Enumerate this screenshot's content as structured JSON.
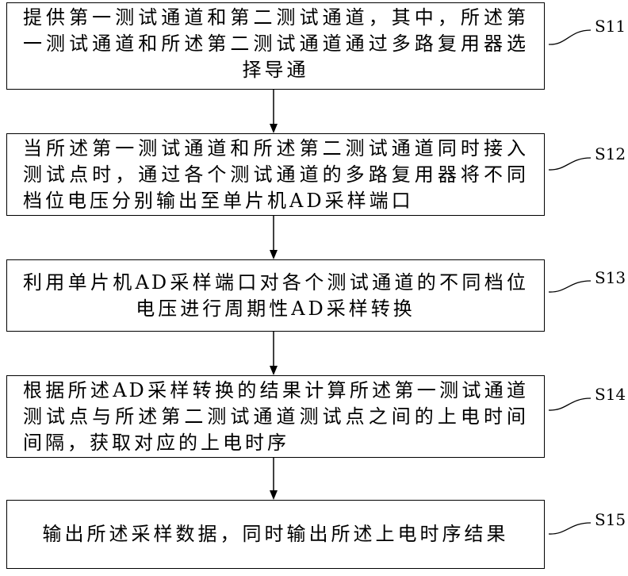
{
  "colors": {
    "background": "#ffffff",
    "stroke": "#000000",
    "text": "#000000"
  },
  "steps": [
    {
      "label": "S11",
      "lines": [
        "提供第一测试通道和第二测试通道，其中，所述第",
        "一测试通道和所述第二测试通道通过多路复用器选",
        "择导通"
      ]
    },
    {
      "label": "S12",
      "lines": [
        "当所述第一测试通道和所述第二测试通道同时接入",
        "测试点时，通过各个测试通道的多路复用器将不同",
        "档位电压分别输出至单片机AD采样端口"
      ]
    },
    {
      "label": "S13",
      "lines": [
        "利用单片机AD采样端口对各个测试通道的不同档位",
        "电压进行周期性AD采样转换"
      ]
    },
    {
      "label": "S14",
      "lines": [
        "根据所述AD采样转换的结果计算所述第一测试通道",
        "测试点与所述第二测试通道测试点之间的上电时间",
        "间隔，获取对应的上电时序"
      ]
    },
    {
      "label": "S15",
      "lines": [
        "输出所述采样数据，同时输出所述上电时序结果"
      ]
    }
  ]
}
